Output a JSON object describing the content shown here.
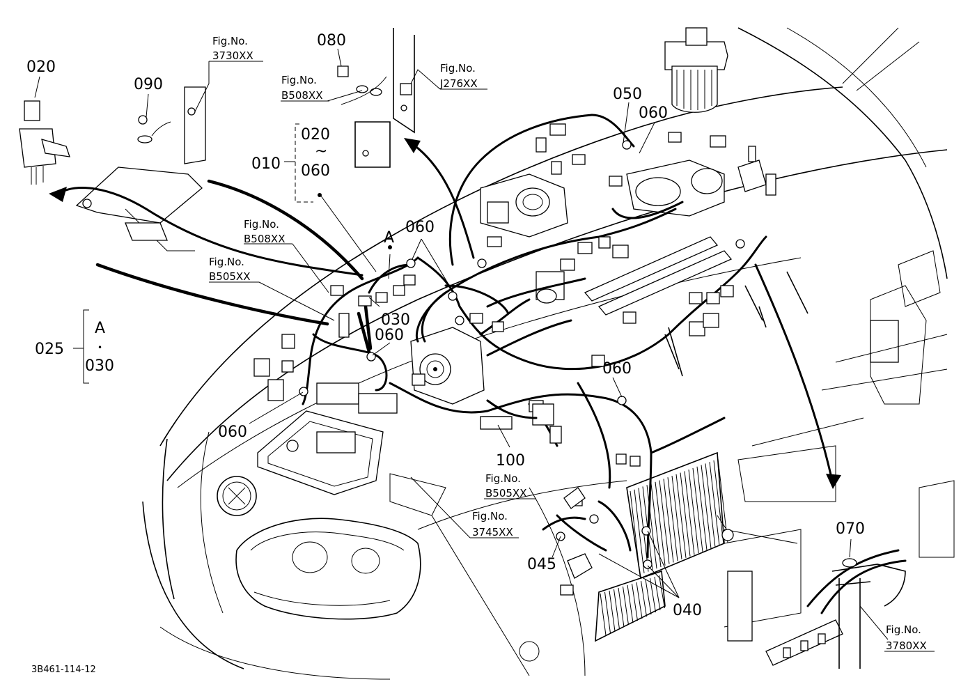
{
  "diagram": {
    "drawing_code": "3B461-114-12",
    "callouts": {
      "c020": "020",
      "c090": "090",
      "c080": "080",
      "c050": "050",
      "c060_top": "060",
      "c010": "010",
      "c010_range_start": "020",
      "c010_range_tilde": "~",
      "c010_range_end": "060",
      "c060_mid": "060",
      "cA_point": "A",
      "c030": "030",
      "c060_left": "060",
      "c025": "025",
      "c025_group_a": "A",
      "c025_group_dot": "•",
      "c025_group_030": "030",
      "c060_lower": "060",
      "c060_right": "060",
      "c100": "100",
      "c045": "045",
      "c040": "040",
      "c070": "070"
    },
    "fig_refs": {
      "fig_label": "Fig.No.",
      "r3730": "3730XX",
      "rB508_top": "B508XX",
      "rJ276": "J276XX",
      "rB508_mid": "B508XX",
      "rB505_mid": "B505XX",
      "rB505_low": "B505XX",
      "r3745": "3745XX",
      "r3780": "3780XX"
    }
  }
}
